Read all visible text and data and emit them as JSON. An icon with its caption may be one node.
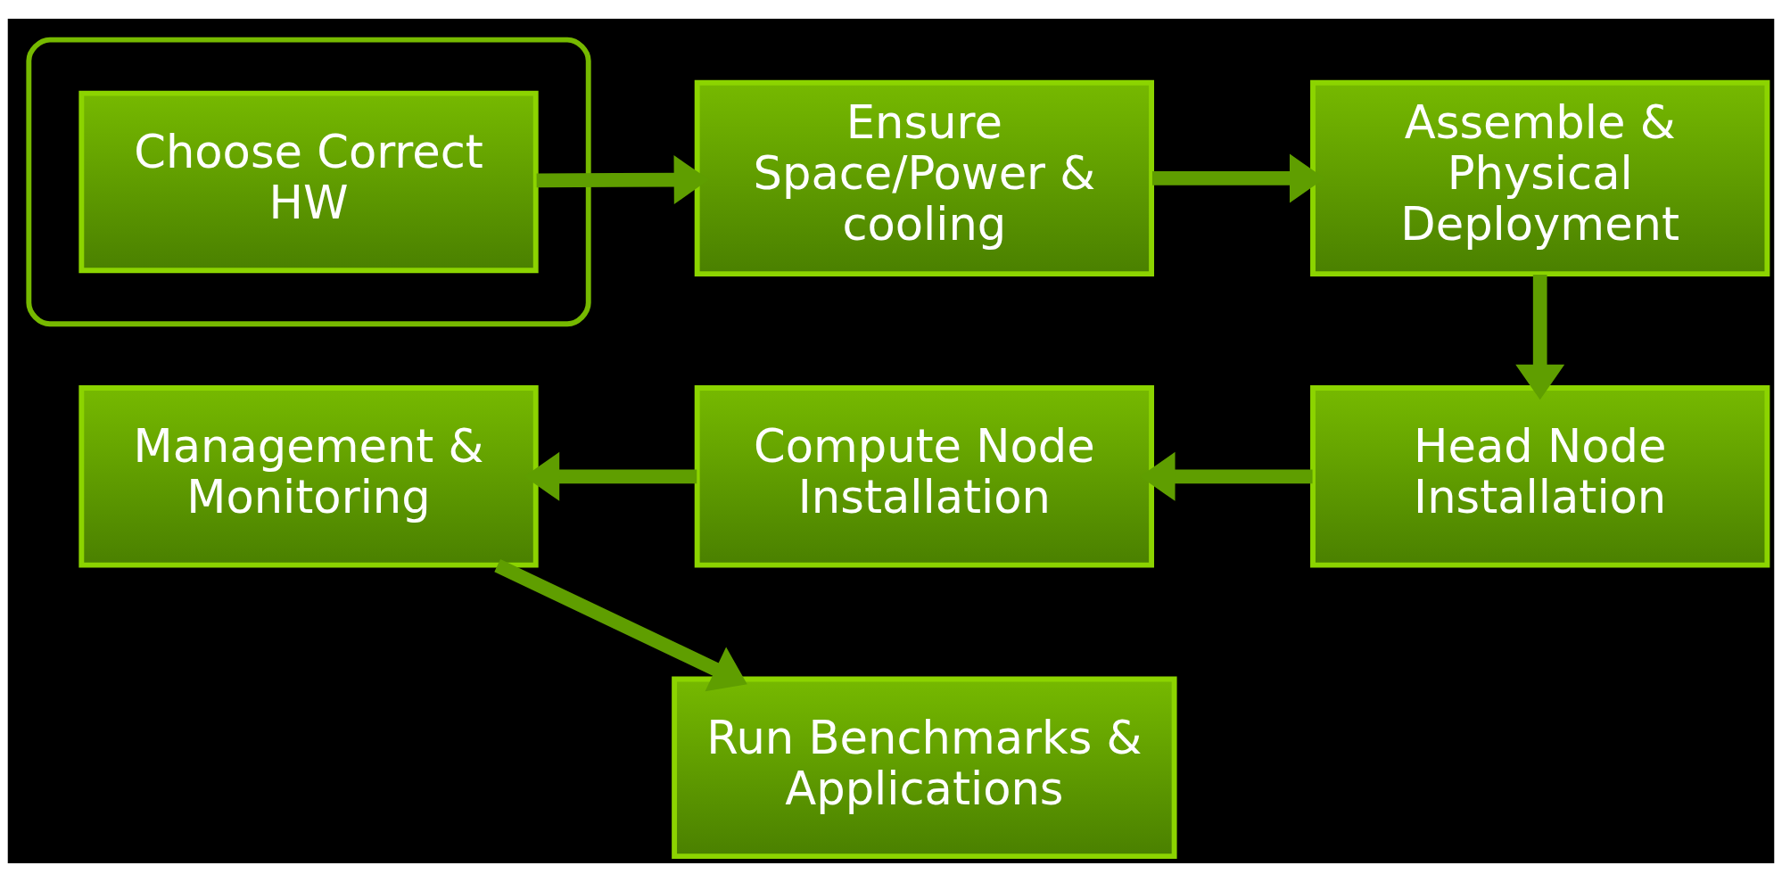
{
  "diagram": {
    "nodes": [
      {
        "text": [],
        "shape": "ellipse"
      },
      {
        "text": [
          "Choose Correct HW"
        ],
        "in": 0
      },
      {
        "text": [
          "Ensure Space/Power & cooling"
        ]
      },
      {
        "text": [
          "Assemble & Physical Deployment"
        ]
      },
      {
        "text": [
          "Head Node Installation"
        ]
      },
      {
        "text": [
          "Compute Node Installation"
        ]
      },
      {
        "text": [
          "Management & Monitoring"
        ]
      },
      {
        "text": [
          "Run Benchmarks & Applications"
        ]
      }
    ],
    "edges": [
      {
        "from": 1,
        "to": 2,
        "arrow": "to"
      },
      {
        "from": 2,
        "to": 3,
        "arrow": "to"
      },
      {
        "from": 3,
        "to": 4,
        "arrow": "to"
      },
      {
        "from": 4,
        "to": 5,
        "arrow": "to"
      },
      {
        "from": 5,
        "to": 6,
        "arrow": "to"
      },
      {
        "from": 6,
        "to": 7,
        "arrow": "to"
      }
    ]
  }
}
